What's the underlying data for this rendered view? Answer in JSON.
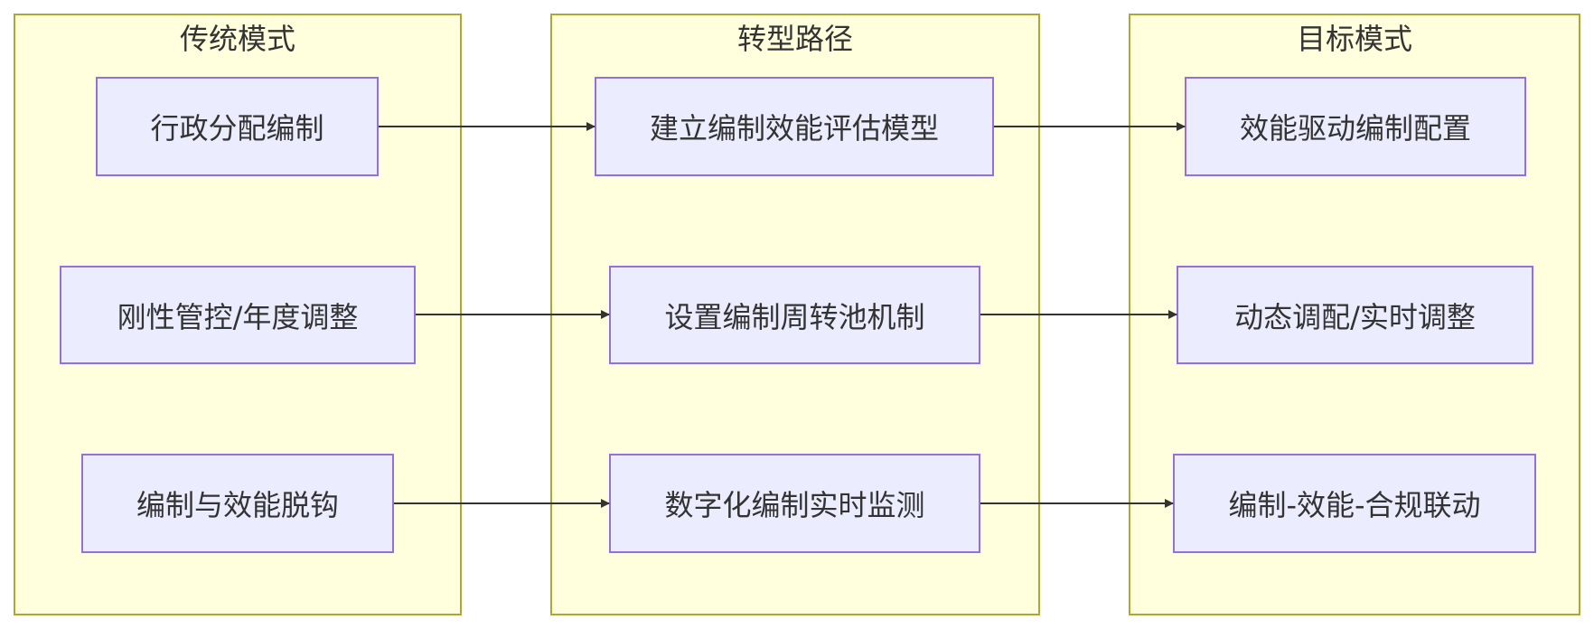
{
  "groups": [
    {
      "title": "传统模式",
      "nodes": [
        "行政分配编制",
        "刚性管控/年度调整",
        "编制与效能脱钩"
      ]
    },
    {
      "title": "转型路径",
      "nodes": [
        "建立编制效能评估模型",
        "设置编制周转池机制",
        "数字化编制实时监测"
      ]
    },
    {
      "title": "目标模式",
      "nodes": [
        "效能驱动编制配置",
        "动态调配/实时调整",
        "编制-效能-合规联动"
      ]
    }
  ],
  "colors": {
    "group_fill": "#ffffde",
    "group_border": "#aaaa33",
    "node_fill": "#ececff",
    "node_border": "#9370db",
    "edge": "#333333"
  }
}
